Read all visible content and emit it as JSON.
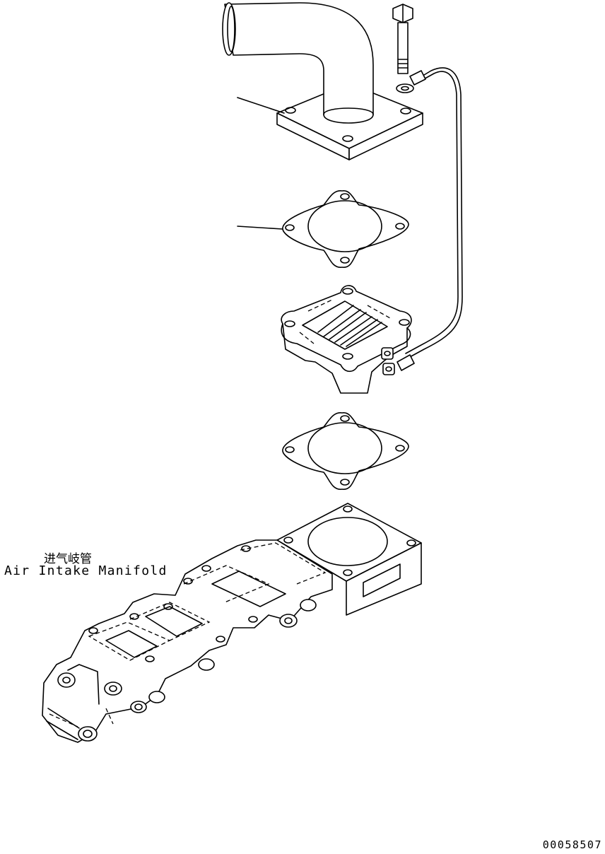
{
  "labels": {
    "part_name_cn": "进气岐管",
    "part_name_en": "Air Intake Manifold"
  },
  "drawing_number": "00058507"
}
